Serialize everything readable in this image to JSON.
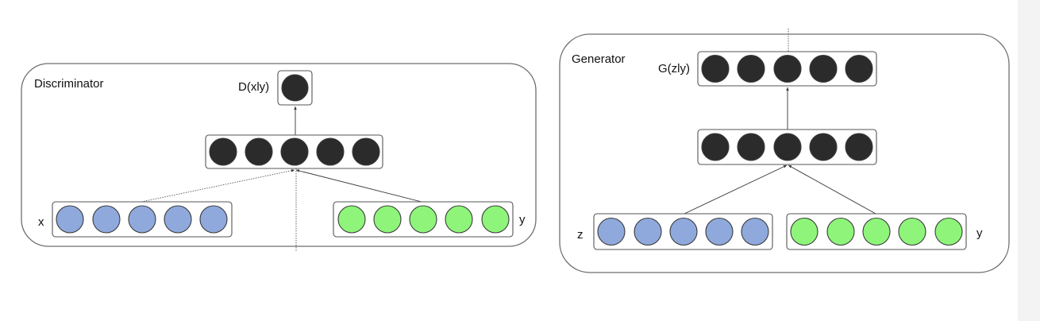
{
  "colors": {
    "dark_node": "#2b2b2b",
    "blue_node": "#8fa9dc",
    "green_node": "#8ef57a"
  },
  "discriminator": {
    "title": "Discriminator",
    "output_label": "D(xly)",
    "x_label": "x",
    "y_label": "y"
  },
  "generator": {
    "title": "Generator",
    "output_label": "G(zly)",
    "z_label": "z",
    "y_label": "y"
  }
}
